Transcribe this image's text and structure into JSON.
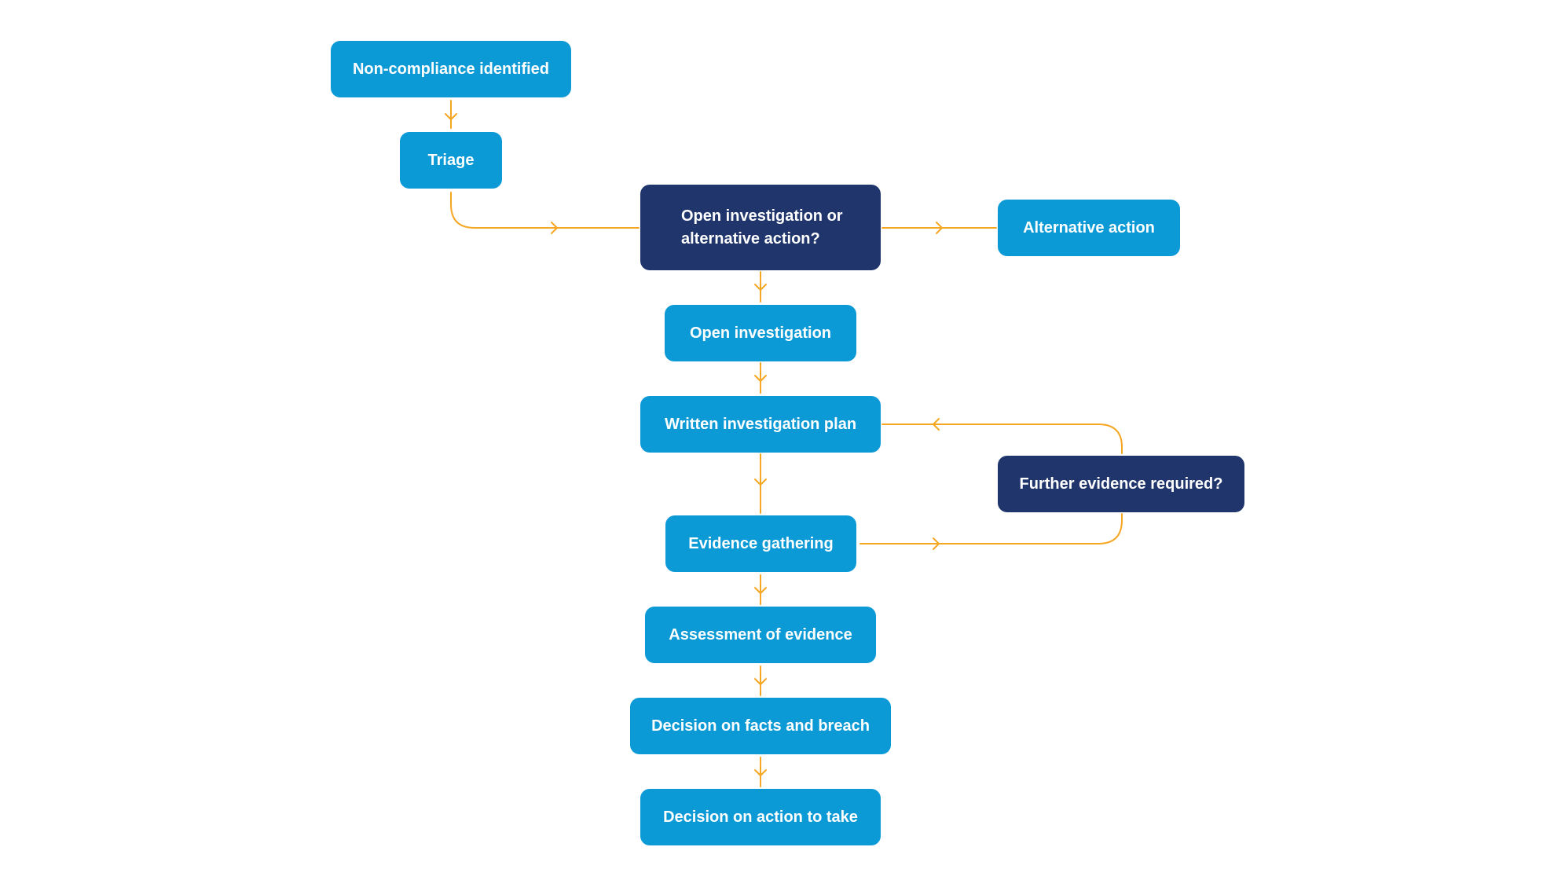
{
  "colors": {
    "step_box": "#0b9ad6",
    "decision_box": "#1f356b",
    "connector": "#f5a623",
    "text": "#ffffff"
  },
  "nodes": {
    "non_compliance": "Non-compliance identified",
    "triage": "Triage",
    "decision_open_or_alt": "Open investigation or alternative action?",
    "alternative_action": "Alternative action",
    "open_investigation": "Open investigation",
    "written_plan": "Written investigation plan",
    "further_evidence": "Further evidence required?",
    "evidence_gathering": "Evidence gathering",
    "assessment": "Assessment of evidence",
    "decision_facts": "Decision on facts and breach",
    "decision_action": "Decision on action to take"
  }
}
